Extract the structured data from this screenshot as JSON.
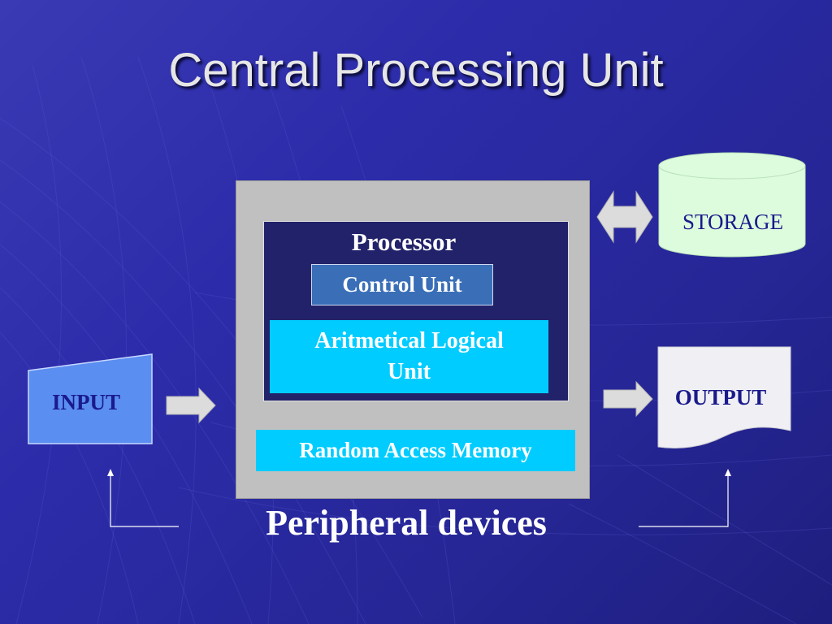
{
  "slide": {
    "title": "Central Processing Unit"
  },
  "cpu": {
    "processor_label": "Processor",
    "control_unit": "Control Unit",
    "alu_line1": "Aritmetical Logical",
    "alu_line2": "Unit",
    "ram": "Random Access Memory"
  },
  "peripherals": {
    "label": "Peripheral devices",
    "input": "INPUT",
    "output": "OUTPUT",
    "storage": "STORAGE"
  },
  "colors": {
    "background": "#2c2caa",
    "cpu_box": "#c0c0c0",
    "processor_box": "#22226a",
    "control_unit": "#3a6fb8",
    "alu_ram": "#00ccff",
    "input_shape": "#5a8ef0",
    "storage_shape": "#ddfbdd",
    "output_shape": "#f0f0f4",
    "arrow": "#dcdcdc",
    "peripheral_text": "#1a1a8c"
  }
}
